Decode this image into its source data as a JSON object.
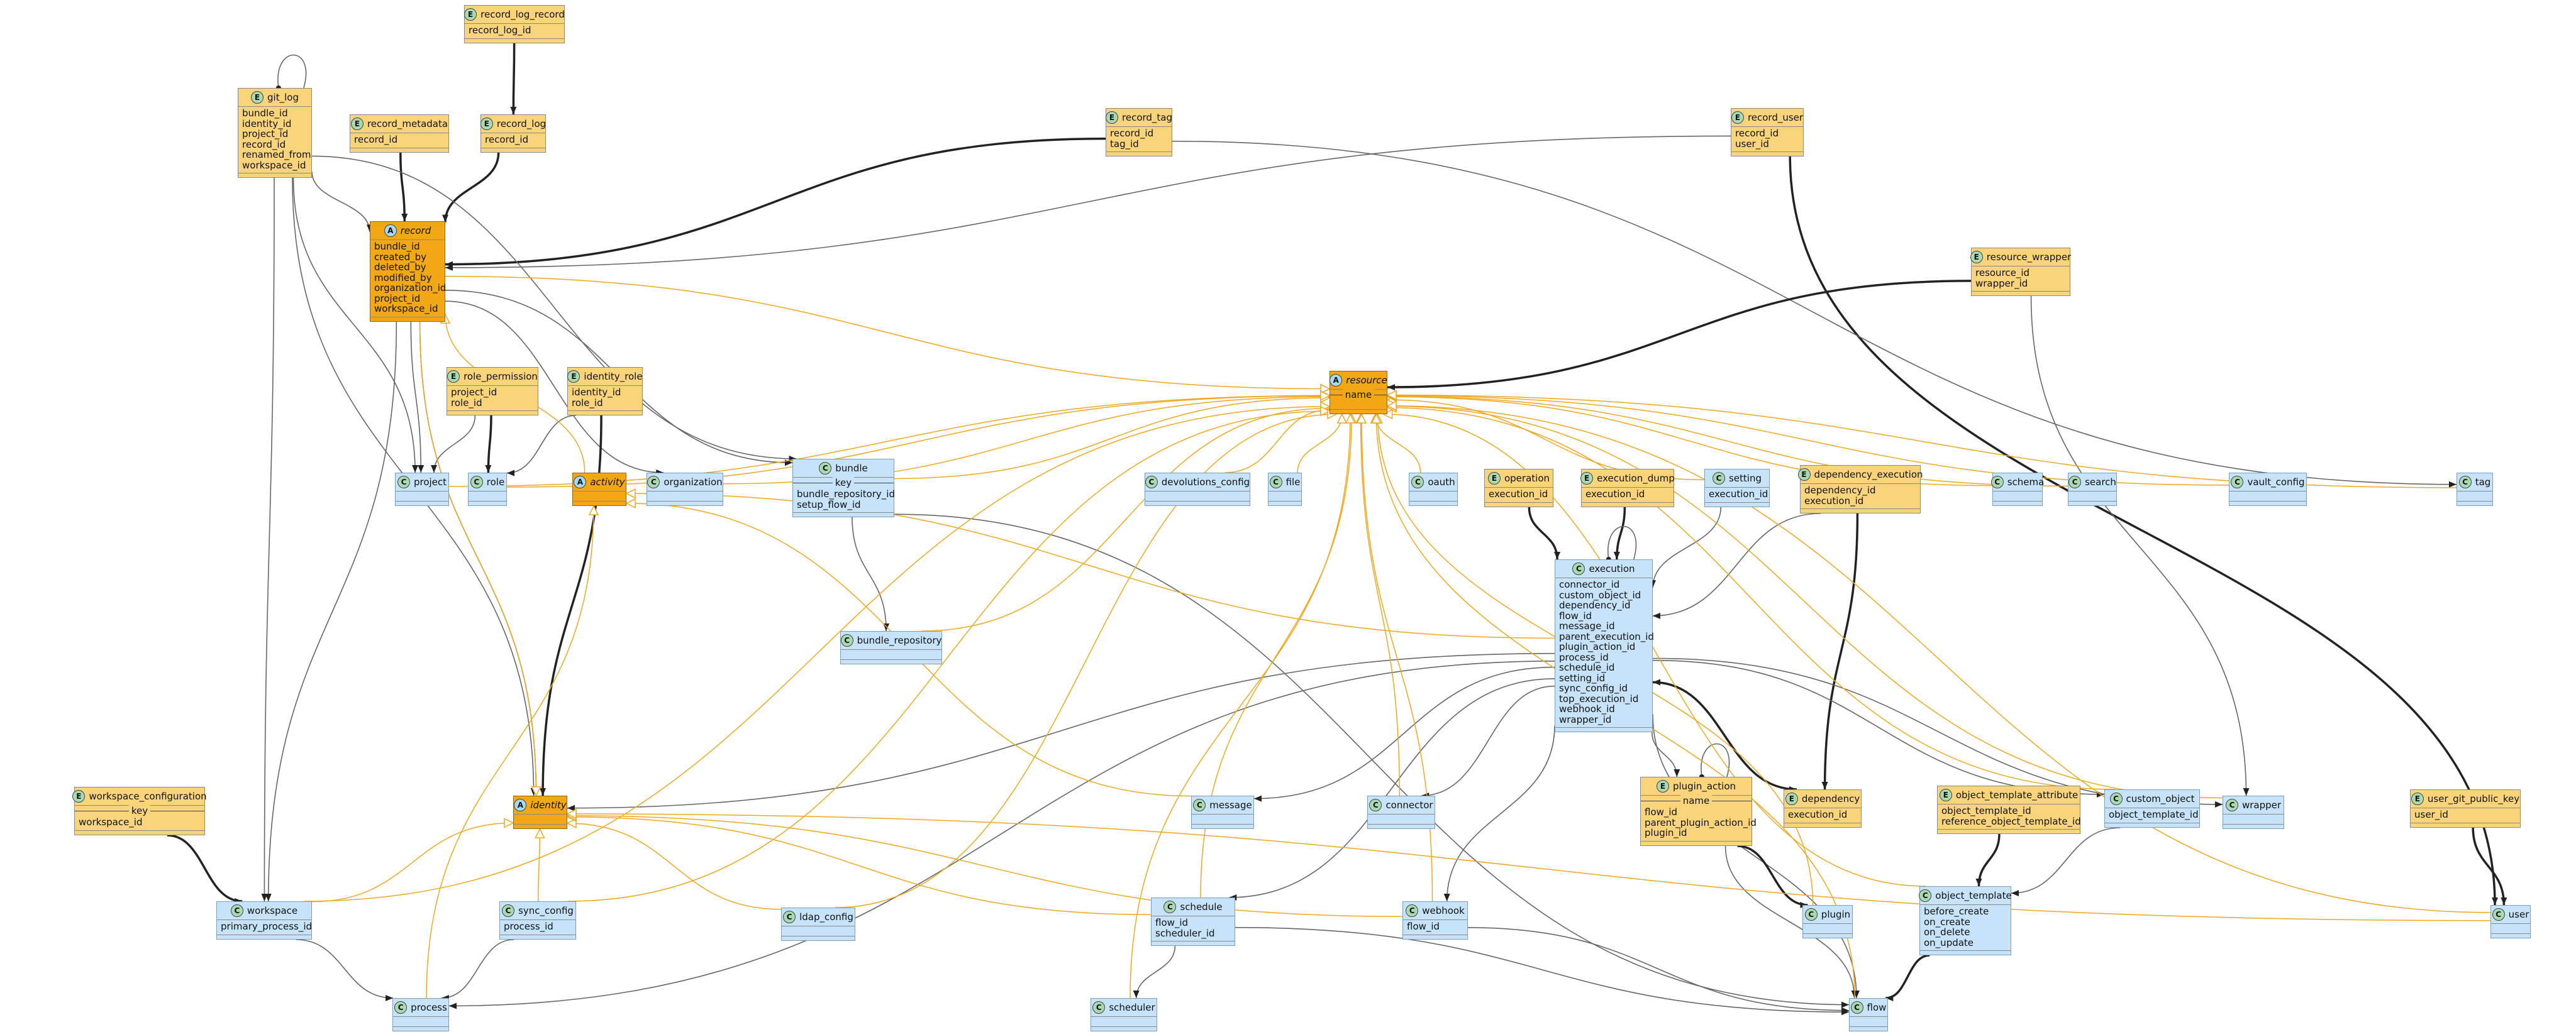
{
  "diagram": {
    "colors": {
      "entity": "#f9d47b",
      "abstract": "#f2a815",
      "class": "#c6e3f9",
      "edge_dark": "#222222",
      "edge_gray": "#666666",
      "edge_orange": "#f0a820"
    },
    "nodes": [
      {
        "id": "record_log_record",
        "kind": "entity",
        "title": "record_log_record",
        "fields": [
          "record_log_id"
        ]
      },
      {
        "id": "git_log",
        "kind": "entity",
        "title": "git_log",
        "fields": [
          "bundle_id",
          "identity_id",
          "project_id",
          "record_id",
          "renamed_from",
          "workspace_id"
        ]
      },
      {
        "id": "record_metadata",
        "kind": "entity",
        "title": "record_metadata",
        "fields": [
          "record_id"
        ]
      },
      {
        "id": "record_log",
        "kind": "entity",
        "title": "record_log",
        "fields": [
          "record_id"
        ]
      },
      {
        "id": "record_tag",
        "kind": "entity",
        "title": "record_tag",
        "fields": [
          "record_id",
          "tag_id"
        ]
      },
      {
        "id": "record_user",
        "kind": "entity",
        "title": "record_user",
        "fields": [
          "record_id",
          "user_id"
        ]
      },
      {
        "id": "resource_wrapper",
        "kind": "entity",
        "title": "resource_wrapper",
        "fields": [
          "resource_id",
          "wrapper_id"
        ]
      },
      {
        "id": "record",
        "kind": "abstract",
        "title": "record",
        "fields": [
          "bundle_id",
          "created_by",
          "deleted_by",
          "modified_by",
          "organization_id",
          "project_id",
          "workspace_id"
        ]
      },
      {
        "id": "role_permission",
        "kind": "entity",
        "title": "role_permission",
        "fields": [
          "project_id",
          "role_id"
        ]
      },
      {
        "id": "identity_role",
        "kind": "entity",
        "title": "identity_role",
        "fields": [
          "identity_id",
          "role_id"
        ]
      },
      {
        "id": "resource",
        "kind": "abstract",
        "title": "resource",
        "key": "name",
        "fields": []
      },
      {
        "id": "project",
        "kind": "class",
        "title": "project",
        "fields": []
      },
      {
        "id": "role",
        "kind": "class",
        "title": "role",
        "fields": []
      },
      {
        "id": "activity",
        "kind": "abstract",
        "title": "activity",
        "fields": []
      },
      {
        "id": "organization",
        "kind": "class",
        "title": "organization",
        "fields": []
      },
      {
        "id": "bundle",
        "kind": "class",
        "title": "bundle",
        "key": "key",
        "fields": [
          "bundle_repository_id",
          "setup_flow_id"
        ]
      },
      {
        "id": "devolutions_config",
        "kind": "class",
        "title": "devolutions_config",
        "fields": []
      },
      {
        "id": "file",
        "kind": "class",
        "title": "file",
        "fields": []
      },
      {
        "id": "oauth",
        "kind": "class",
        "title": "oauth",
        "fields": []
      },
      {
        "id": "operation",
        "kind": "entity",
        "title": "operation",
        "fields": [
          "execution_id"
        ]
      },
      {
        "id": "execution_dump",
        "kind": "entity",
        "title": "execution_dump",
        "fields": [
          "execution_id"
        ]
      },
      {
        "id": "setting",
        "kind": "class",
        "title": "setting",
        "fields": [
          "execution_id"
        ]
      },
      {
        "id": "dependency_execution",
        "kind": "entity",
        "title": "dependency_execution",
        "fields": [
          "dependency_id",
          "execution_id"
        ]
      },
      {
        "id": "schema",
        "kind": "class",
        "title": "schema",
        "fields": []
      },
      {
        "id": "search",
        "kind": "class",
        "title": "search",
        "fields": []
      },
      {
        "id": "vault_config",
        "kind": "class",
        "title": "vault_config",
        "fields": []
      },
      {
        "id": "tag",
        "kind": "class",
        "title": "tag",
        "fields": []
      },
      {
        "id": "bundle_repository",
        "kind": "class",
        "title": "bundle_repository",
        "fields": []
      },
      {
        "id": "execution",
        "kind": "class",
        "title": "execution",
        "fields": [
          "connector_id",
          "custom_object_id",
          "dependency_id",
          "flow_id",
          "message_id",
          "parent_execution_id",
          "plugin_action_id",
          "process_id",
          "schedule_id",
          "setting_id",
          "sync_config_id",
          "top_execution_id",
          "webhook_id",
          "wrapper_id"
        ]
      },
      {
        "id": "workspace_configuration",
        "kind": "entity",
        "title": "workspace_configuration",
        "key": "key",
        "fields": [
          "workspace_id"
        ]
      },
      {
        "id": "identity",
        "kind": "abstract",
        "title": "identity",
        "fields": []
      },
      {
        "id": "message",
        "kind": "class",
        "title": "message",
        "fields": []
      },
      {
        "id": "connector",
        "kind": "class",
        "title": "connector",
        "fields": []
      },
      {
        "id": "plugin_action",
        "kind": "entity",
        "title": "plugin_action",
        "key": "name",
        "fields": [
          "flow_id",
          "parent_plugin_action_id",
          "plugin_id"
        ]
      },
      {
        "id": "dependency",
        "kind": "entity",
        "title": "dependency",
        "fields": [
          "execution_id"
        ]
      },
      {
        "id": "object_template_attribute",
        "kind": "entity",
        "title": "object_template_attribute",
        "fields": [
          "object_template_id",
          "reference_object_template_id"
        ]
      },
      {
        "id": "custom_object",
        "kind": "class",
        "title": "custom_object",
        "fields": [
          "object_template_id"
        ]
      },
      {
        "id": "wrapper",
        "kind": "class",
        "title": "wrapper",
        "fields": []
      },
      {
        "id": "user_git_public_key",
        "kind": "entity",
        "title": "user_git_public_key",
        "fields": [
          "user_id"
        ]
      },
      {
        "id": "workspace",
        "kind": "class",
        "title": "workspace",
        "fields": [
          "primary_process_id"
        ]
      },
      {
        "id": "sync_config",
        "kind": "class",
        "title": "sync_config",
        "fields": [
          "process_id"
        ]
      },
      {
        "id": "ldap_config",
        "kind": "class",
        "title": "ldap_config",
        "fields": []
      },
      {
        "id": "schedule",
        "kind": "class",
        "title": "schedule",
        "fields": [
          "flow_id",
          "scheduler_id"
        ]
      },
      {
        "id": "webhook",
        "kind": "class",
        "title": "webhook",
        "fields": [
          "flow_id"
        ]
      },
      {
        "id": "plugin",
        "kind": "class",
        "title": "plugin",
        "fields": []
      },
      {
        "id": "object_template",
        "kind": "class",
        "title": "object_template",
        "fields": [
          "before_create",
          "on_create",
          "on_delete",
          "on_update"
        ]
      },
      {
        "id": "user",
        "kind": "class",
        "title": "user",
        "fields": []
      },
      {
        "id": "process",
        "kind": "class",
        "title": "process",
        "fields": []
      },
      {
        "id": "scheduler",
        "kind": "class",
        "title": "scheduler",
        "fields": []
      },
      {
        "id": "flow",
        "kind": "class",
        "title": "flow",
        "fields": []
      }
    ],
    "edges": [
      {
        "from": "git_log",
        "to": "git_log",
        "style": "thin"
      },
      {
        "from": "record_log_record",
        "to": "record_log",
        "style": "thick"
      },
      {
        "from": "record_metadata",
        "to": "record",
        "style": "thick"
      },
      {
        "from": "record_log",
        "to": "record",
        "style": "thick"
      },
      {
        "from": "record_tag",
        "to": "record",
        "style": "thick"
      },
      {
        "from": "record_user",
        "to": "record",
        "style": "thin"
      },
      {
        "from": "record_user",
        "to": "user",
        "style": "thick"
      },
      {
        "from": "record_tag",
        "to": "tag",
        "style": "thin"
      },
      {
        "from": "resource_wrapper",
        "to": "resource",
        "style": "thick"
      },
      {
        "from": "resource_wrapper",
        "to": "wrapper",
        "style": "thin"
      },
      {
        "from": "git_log",
        "to": "record",
        "style": "thin"
      },
      {
        "from": "git_log",
        "to": "project",
        "style": "thin"
      },
      {
        "from": "git_log",
        "to": "identity",
        "style": "thin"
      },
      {
        "from": "git_log",
        "to": "workspace",
        "style": "thin"
      },
      {
        "from": "git_log",
        "to": "bundle",
        "style": "thin"
      },
      {
        "from": "record",
        "to": "bundle",
        "style": "thin"
      },
      {
        "from": "record",
        "to": "organization",
        "style": "thin"
      },
      {
        "from": "record",
        "to": "project",
        "style": "thin"
      },
      {
        "from": "record",
        "to": "identity",
        "style": "thin"
      },
      {
        "from": "record",
        "to": "workspace",
        "style": "thin"
      },
      {
        "from": "role_permission",
        "to": "project",
        "style": "thin"
      },
      {
        "from": "role_permission",
        "to": "role",
        "style": "thick"
      },
      {
        "from": "identity_role",
        "to": "role",
        "style": "thin"
      },
      {
        "from": "identity_role",
        "to": "identity",
        "style": "thick"
      },
      {
        "from": "bundle",
        "to": "bundle_repository",
        "style": "thin"
      },
      {
        "from": "bundle",
        "to": "flow",
        "style": "thin"
      },
      {
        "from": "operation",
        "to": "execution",
        "style": "thick"
      },
      {
        "from": "execution_dump",
        "to": "execution",
        "style": "thick"
      },
      {
        "from": "setting",
        "to": "execution",
        "style": "thin"
      },
      {
        "from": "dependency_execution",
        "to": "execution",
        "style": "thin"
      },
      {
        "from": "dependency_execution",
        "to": "dependency",
        "style": "thick"
      },
      {
        "from": "execution",
        "to": "execution",
        "style": "thin"
      },
      {
        "from": "execution",
        "to": "identity",
        "style": "thin"
      },
      {
        "from": "execution",
        "to": "message",
        "style": "thin"
      },
      {
        "from": "execution",
        "to": "connector",
        "style": "thin"
      },
      {
        "from": "execution",
        "to": "process",
        "style": "thin"
      },
      {
        "from": "execution",
        "to": "schedule",
        "style": "thin"
      },
      {
        "from": "execution",
        "to": "webhook",
        "style": "thin"
      },
      {
        "from": "execution",
        "to": "plugin_action",
        "style": "thin"
      },
      {
        "from": "execution",
        "to": "dependency",
        "style": "thin"
      },
      {
        "from": "execution",
        "to": "custom_object",
        "style": "thin"
      },
      {
        "from": "execution",
        "to": "wrapper",
        "style": "thin"
      },
      {
        "from": "execution",
        "to": "flow",
        "style": "thin"
      },
      {
        "from": "plugin_action",
        "to": "plugin_action",
        "style": "thin"
      },
      {
        "from": "plugin_action",
        "to": "plugin",
        "style": "thick"
      },
      {
        "from": "plugin_action",
        "to": "flow",
        "style": "thin"
      },
      {
        "from": "dependency",
        "to": "execution",
        "style": "thick"
      },
      {
        "from": "object_template_attribute",
        "to": "object_template",
        "style": "thick"
      },
      {
        "from": "custom_object",
        "to": "object_template",
        "style": "thin"
      },
      {
        "from": "object_template",
        "to": "flow",
        "style": "thick"
      },
      {
        "from": "user_git_public_key",
        "to": "user",
        "style": "thick"
      },
      {
        "from": "workspace_configuration",
        "to": "workspace",
        "style": "thick"
      },
      {
        "from": "workspace",
        "to": "process",
        "style": "thin"
      },
      {
        "from": "sync_config",
        "to": "process",
        "style": "thin"
      },
      {
        "from": "schedule",
        "to": "scheduler",
        "style": "thin"
      },
      {
        "from": "schedule",
        "to": "flow",
        "style": "thin"
      },
      {
        "from": "webhook",
        "to": "flow",
        "style": "thin"
      },
      {
        "from": "record",
        "to": "resource",
        "style": "inherit"
      },
      {
        "from": "record",
        "to": "identity",
        "style": "inherit"
      },
      {
        "from": "activity",
        "to": "record",
        "style": "inherit"
      },
      {
        "from": "project",
        "to": "resource",
        "style": "inherit"
      },
      {
        "from": "organization",
        "to": "resource",
        "style": "inherit"
      },
      {
        "from": "bundle",
        "to": "resource",
        "style": "inherit"
      },
      {
        "from": "bundle_repository",
        "to": "resource",
        "style": "inherit"
      },
      {
        "from": "devolutions_config",
        "to": "resource",
        "style": "inherit"
      },
      {
        "from": "file",
        "to": "resource",
        "style": "inherit"
      },
      {
        "from": "oauth",
        "to": "resource",
        "style": "inherit"
      },
      {
        "from": "connector",
        "to": "resource",
        "style": "inherit"
      },
      {
        "from": "schedule",
        "to": "resource",
        "style": "inherit"
      },
      {
        "from": "scheduler",
        "to": "resource",
        "style": "inherit"
      },
      {
        "from": "webhook",
        "to": "resource",
        "style": "inherit"
      },
      {
        "from": "setting",
        "to": "resource",
        "style": "inherit"
      },
      {
        "from": "schema",
        "to": "resource",
        "style": "inherit"
      },
      {
        "from": "search",
        "to": "resource",
        "style": "inherit"
      },
      {
        "from": "vault_config",
        "to": "resource",
        "style": "inherit"
      },
      {
        "from": "tag",
        "to": "resource",
        "style": "inherit"
      },
      {
        "from": "plugin",
        "to": "resource",
        "style": "inherit"
      },
      {
        "from": "custom_object",
        "to": "resource",
        "style": "inherit"
      },
      {
        "from": "wrapper",
        "to": "resource",
        "style": "inherit"
      },
      {
        "from": "object_template",
        "to": "resource",
        "style": "inherit"
      },
      {
        "from": "user",
        "to": "resource",
        "style": "inherit"
      },
      {
        "from": "flow",
        "to": "resource",
        "style": "inherit"
      },
      {
        "from": "workspace",
        "to": "resource",
        "style": "inherit"
      },
      {
        "from": "sync_config",
        "to": "resource",
        "style": "inherit"
      },
      {
        "from": "ldap_config",
        "to": "resource",
        "style": "inherit"
      },
      {
        "from": "role",
        "to": "resource",
        "style": "inherit"
      },
      {
        "from": "execution",
        "to": "activity",
        "style": "inherit"
      },
      {
        "from": "message",
        "to": "activity",
        "style": "inherit"
      },
      {
        "from": "process",
        "to": "activity",
        "style": "inherit"
      },
      {
        "from": "workspace",
        "to": "identity",
        "style": "inherit"
      },
      {
        "from": "sync_config",
        "to": "identity",
        "style": "inherit"
      },
      {
        "from": "ldap_config",
        "to": "identity",
        "style": "inherit"
      },
      {
        "from": "schedule",
        "to": "identity",
        "style": "inherit"
      },
      {
        "from": "webhook",
        "to": "identity",
        "style": "inherit"
      },
      {
        "from": "user",
        "to": "identity",
        "style": "inherit"
      }
    ]
  }
}
